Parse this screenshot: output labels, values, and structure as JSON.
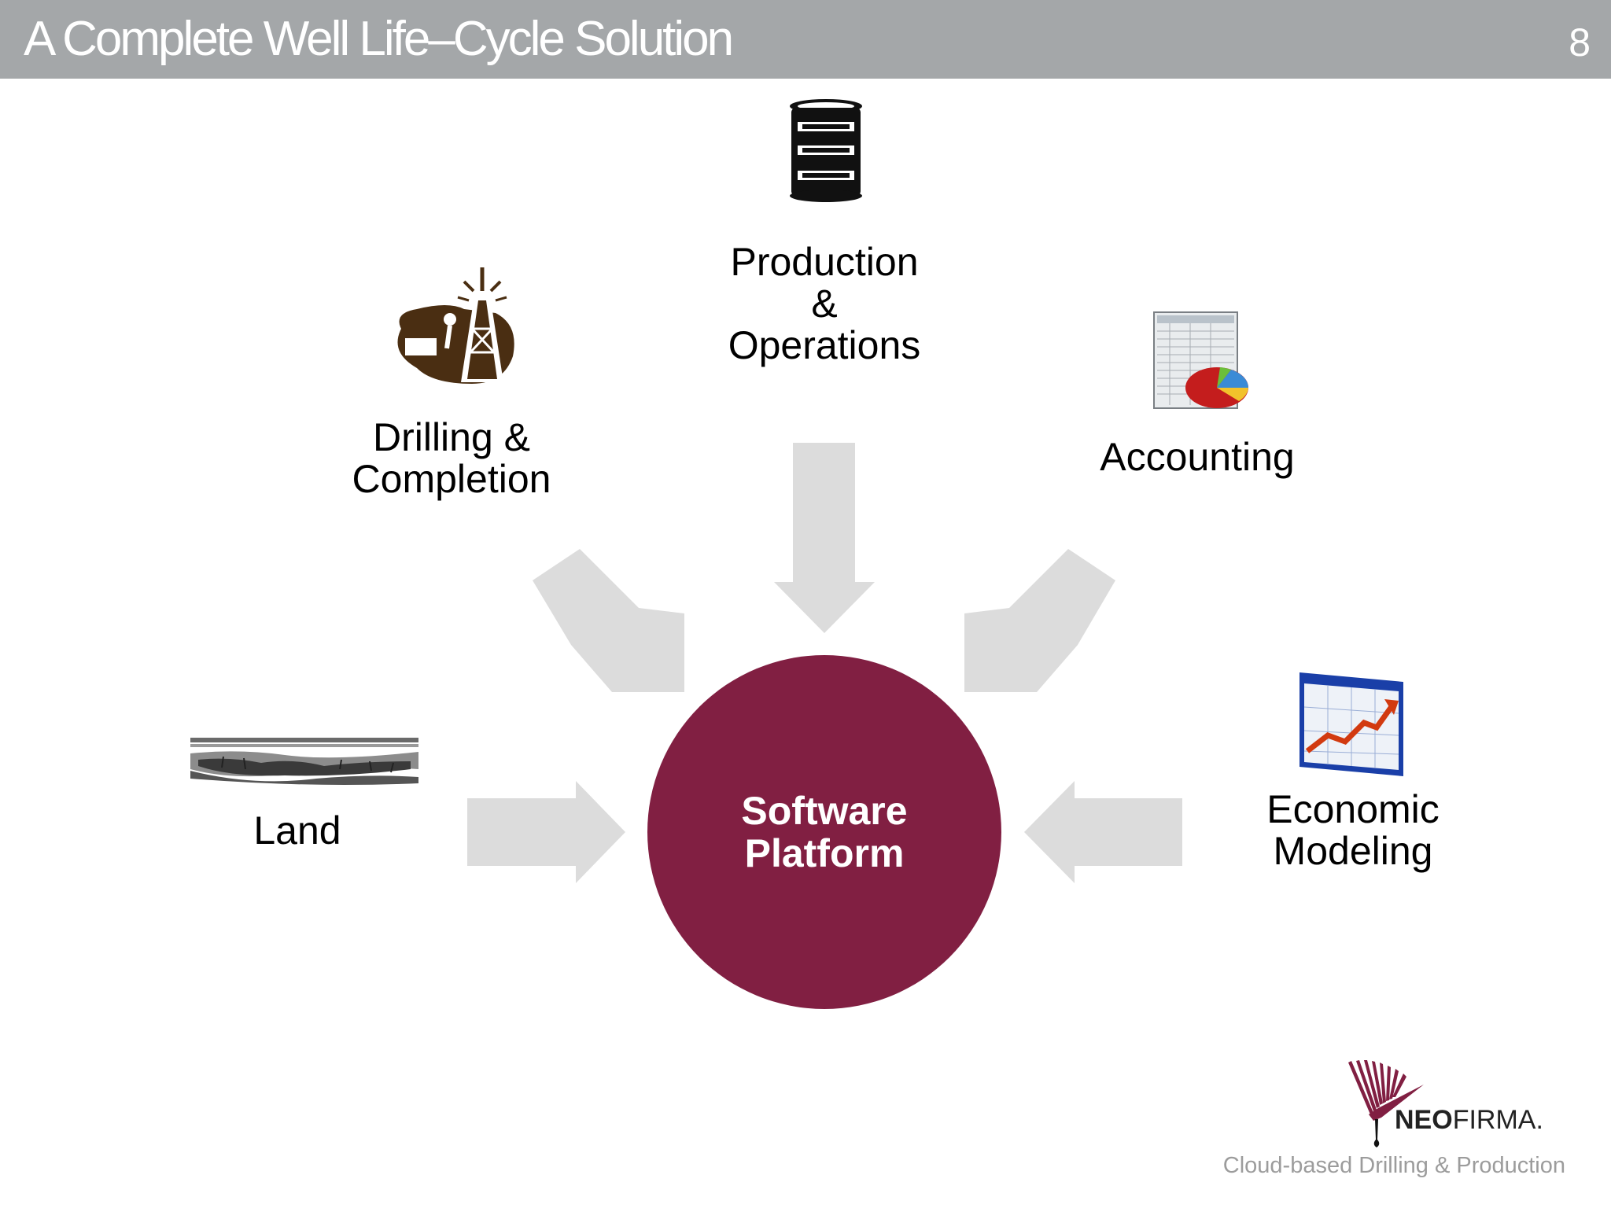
{
  "header": {
    "title": "A Complete Well Life–Cycle Solution",
    "page_number": "8"
  },
  "hub": {
    "lines": [
      "Software",
      "Platform"
    ]
  },
  "nodes": {
    "production": {
      "lines": [
        "Production",
        "&",
        "Operations"
      ],
      "icon": "oil-barrel-icon"
    },
    "drilling": {
      "lines": [
        "Drilling &",
        "Completion"
      ],
      "icon": "oil-derrick-icon"
    },
    "accounting": {
      "lines": [
        "Accounting"
      ],
      "icon": "spreadsheet-pie-icon"
    },
    "land": {
      "lines": [
        "Land"
      ],
      "icon": "landscape-icon"
    },
    "economic": {
      "lines": [
        "Economic",
        "Modeling"
      ],
      "icon": "growth-chart-icon"
    }
  },
  "logo": {
    "brand_bold": "NEO",
    "brand_rest": "FIRMA.",
    "tagline": "Cloud-based Drilling & Production"
  },
  "colors": {
    "header": "#a4a7a9",
    "hub": "#811f42",
    "arrow": "#dcdcdc",
    "derrick": "#4a2e12"
  }
}
